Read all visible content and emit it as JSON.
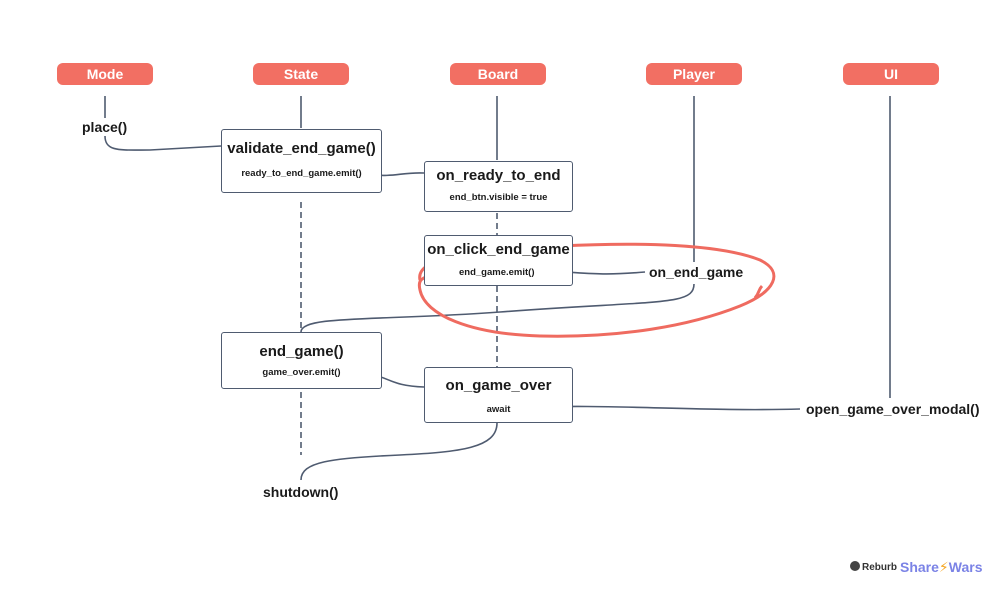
{
  "colors": {
    "header_bg": "#f26f63",
    "wire": "#4f5b70",
    "highlight": "#ef6b60"
  },
  "headers": [
    "Mode",
    "State",
    "Board",
    "Player",
    "UI"
  ],
  "nodes": {
    "place": "place()",
    "validate": {
      "title": "validate_end_game()",
      "sub": "ready_to_end_game.emit()"
    },
    "ready": {
      "title": "on_ready_to_end",
      "sub": "end_btn.visible = true"
    },
    "click": {
      "title": "on_click_end_game",
      "sub": "end_game.emit()"
    },
    "on_end_game": "on_end_game",
    "end_game": {
      "title": "end_game()",
      "sub": "game_over.emit()"
    },
    "game_over": {
      "title": "on_game_over",
      "sub": "await"
    },
    "modal": "open_game_over_modal()",
    "shutdown": "shutdown()"
  },
  "logos": {
    "rebirth": "Reburb",
    "share_left": "Share",
    "share_right": "Wars"
  }
}
